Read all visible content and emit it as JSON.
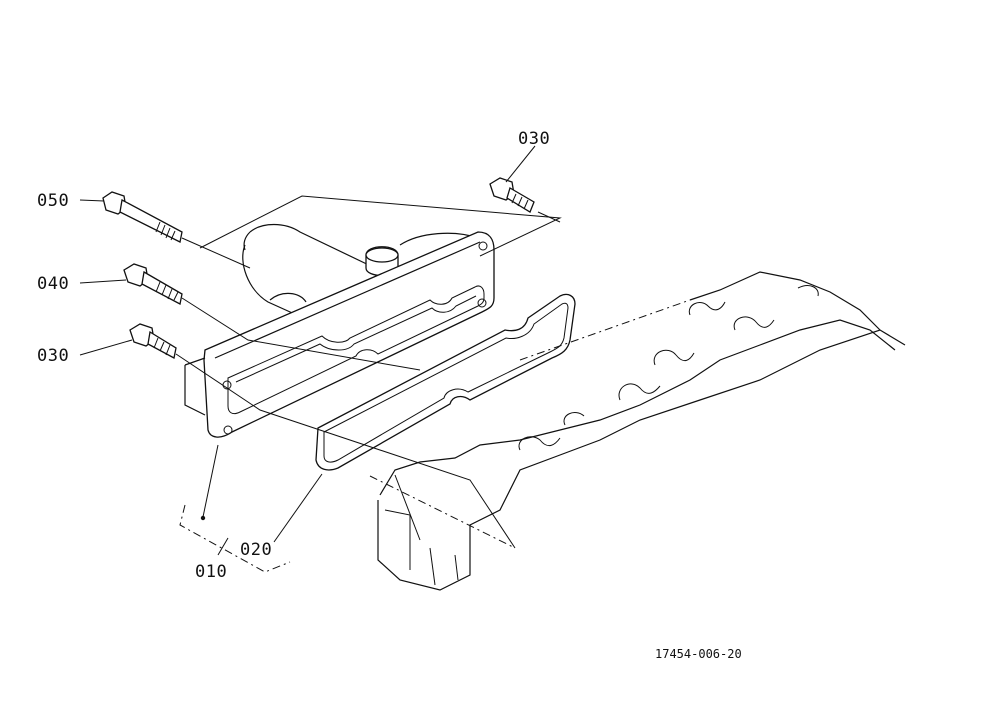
{
  "labels": {
    "part_030_top": "030",
    "part_050": "050",
    "part_040": "040",
    "part_030_left": "030",
    "part_010": "010",
    "part_020": "020"
  },
  "reference": "17454-006-20"
}
